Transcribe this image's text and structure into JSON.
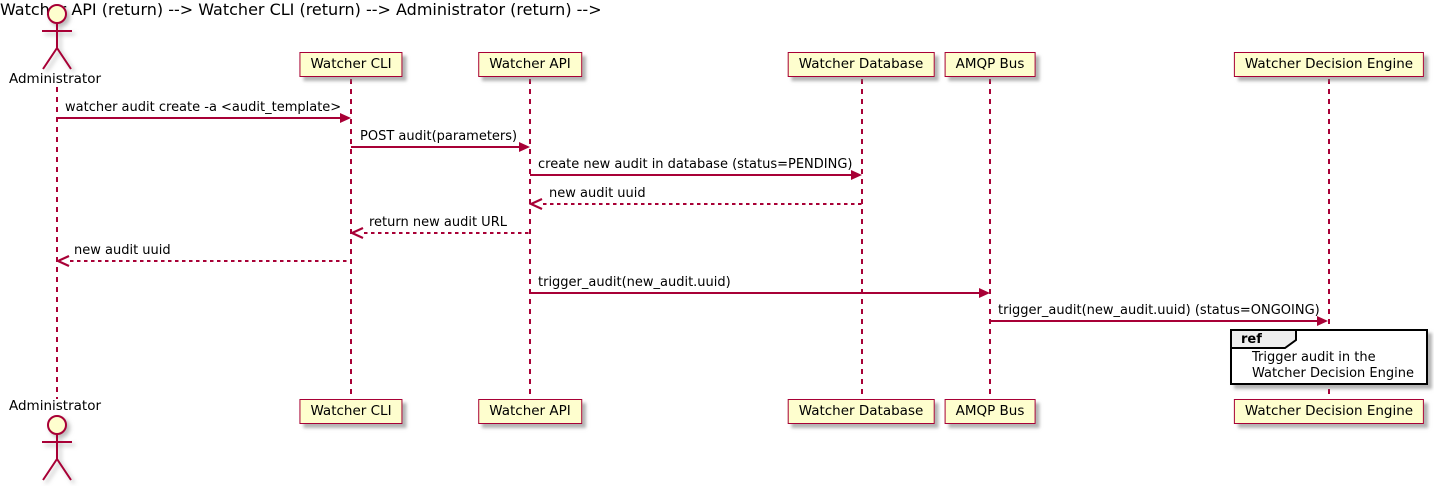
{
  "diagram": {
    "type": "sequence-diagram",
    "participants": [
      {
        "name": "Administrator",
        "kind": "actor"
      },
      {
        "name": "Watcher CLI",
        "kind": "participant"
      },
      {
        "name": "Watcher API",
        "kind": "participant"
      },
      {
        "name": "Watcher Database",
        "kind": "participant"
      },
      {
        "name": "AMQP Bus",
        "kind": "participant"
      },
      {
        "name": "Watcher Decision Engine",
        "kind": "participant"
      }
    ],
    "messages": [
      {
        "from": "Administrator",
        "to": "Watcher CLI",
        "style": "solid",
        "text": "watcher audit create -a <audit_template>"
      },
      {
        "from": "Watcher CLI",
        "to": "Watcher API",
        "style": "solid",
        "text": "POST audit(parameters)"
      },
      {
        "from": "Watcher API",
        "to": "Watcher Database",
        "style": "solid",
        "text": "create new audit in database (status=PENDING)"
      },
      {
        "from": "Watcher Database",
        "to": "Watcher API",
        "style": "dashed",
        "text": "new audit uuid"
      },
      {
        "from": "Watcher API",
        "to": "Watcher CLI",
        "style": "dashed",
        "text": "return new audit URL"
      },
      {
        "from": "Watcher CLI",
        "to": "Administrator",
        "style": "dashed",
        "text": "new audit uuid"
      },
      {
        "from": "Watcher API",
        "to": "AMQP Bus",
        "style": "solid",
        "text": "trigger_audit(new_audit.uuid)"
      },
      {
        "from": "AMQP Bus",
        "to": "Watcher Decision Engine",
        "style": "solid",
        "text": "trigger_audit(new_audit.uuid) (status=ONGOING)"
      }
    ],
    "ref": {
      "keyword": "ref",
      "over": "Watcher Decision Engine",
      "lines": [
        "Trigger audit in the",
        "Watcher Decision Engine"
      ]
    }
  },
  "colors": {
    "participant_fill": "#FEFECE",
    "participant_border": "#A80036",
    "line": "#A80036",
    "text": "#000000",
    "ref_border": "#000000",
    "ref_fill": "#FFFFFF",
    "ref_label_fill": "#EEEEEE",
    "background": "#FFFFFF"
  }
}
